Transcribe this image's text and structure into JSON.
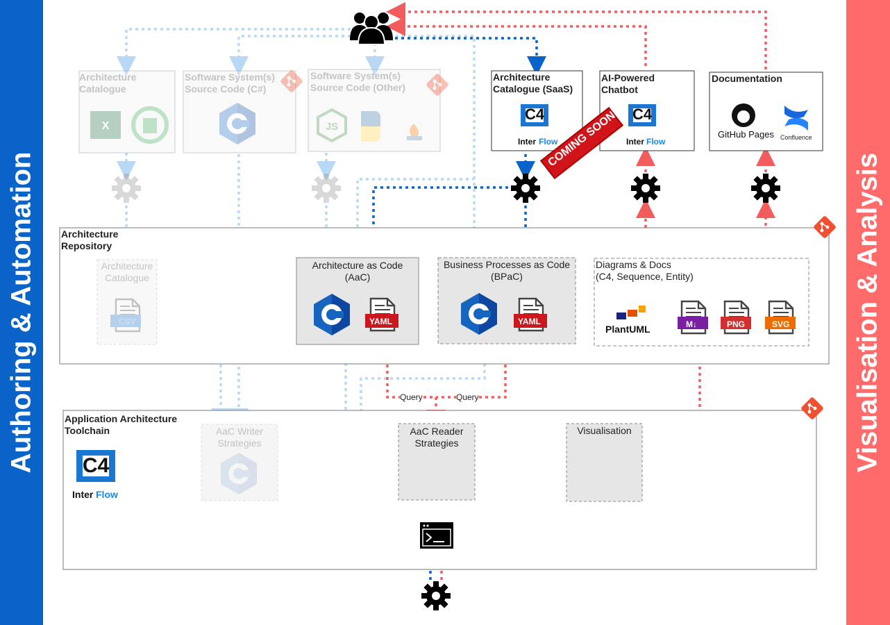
{
  "bands": {
    "left": "Authoring & Automation",
    "right": "Visualisation & Analysis"
  },
  "top_row": {
    "catalogue": "Architecture\nCatalogue",
    "source_cs": "Software System(s)\nSource Code (C#)",
    "source_other": "Software System(s)\nSource Code (Other)",
    "catalogue_saas": "Architecture\nCatalogue (SaaS)",
    "chatbot": "AI-Powered\nChatbot",
    "documentation": "Documentation"
  },
  "coming_soon": "COMING SOON",
  "repository": {
    "title": "Architecture\nRepository",
    "catalogue": "Architecture\nCatalogue",
    "csv": "CSV",
    "aac": "Architecture as Code\n(AaC)",
    "bpac": "Business Processes as Code\n(BPaC)",
    "yaml": "YAML",
    "diagrams": "Diagrams & Docs\n(C4, Sequence, Entity)",
    "plantuml": "PlantUML",
    "md": "M↓",
    "png": "PNG",
    "svg": "SVG"
  },
  "toolchain": {
    "title": "Application Architecture\nToolchain",
    "writer": "AaC Writer\nStrategies",
    "reader": "AaC Reader\nStrategies",
    "visualisation": "Visualisation"
  },
  "query_label": "Query",
  "c4": {
    "inter": "Inter",
    "flow": "Flow",
    "mark": "C4"
  },
  "github_pages": "GitHub Pages",
  "confluence": "Confluence",
  "csharp": "C#",
  "colors": {
    "blue": "#0a63c9",
    "light_blue": "#b9d8f5",
    "red": "#f25c5c",
    "csharp": "#1565c0",
    "git": "#f0502f"
  }
}
